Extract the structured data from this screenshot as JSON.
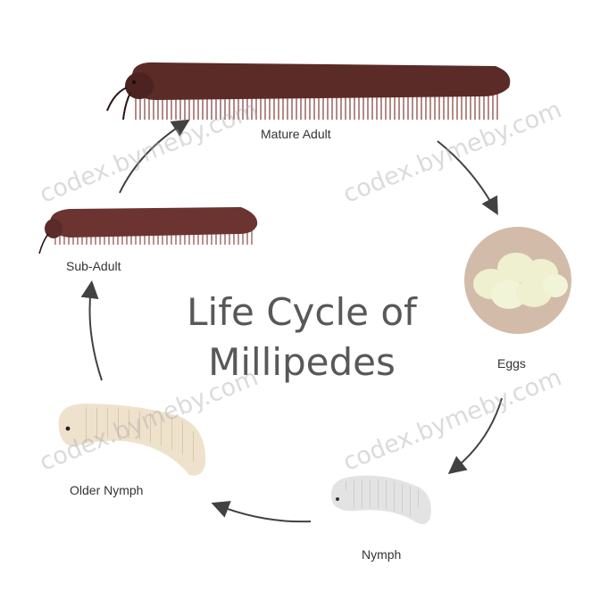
{
  "diagram": {
    "title": "Life Cycle of Millipedes",
    "stages": {
      "mature_adult": "Mature Adult",
      "eggs": "Eggs",
      "nymph": "Nymph",
      "older_nymph": "Older Nymph",
      "sub_adult": "Sub-Adult"
    },
    "colors": {
      "adult_body": "#5b2b27",
      "adult_leg": "#8a4a44",
      "sub_adult_body": "#6b3430",
      "egg_circle": "#d2bca9",
      "egg": "#eef0cf",
      "older_nymph_body": "#efe2cc",
      "nymph_body": "#e3e3e3",
      "arrow": "#424242",
      "title": "#585858"
    }
  },
  "watermark": "codex.bymeby.com"
}
